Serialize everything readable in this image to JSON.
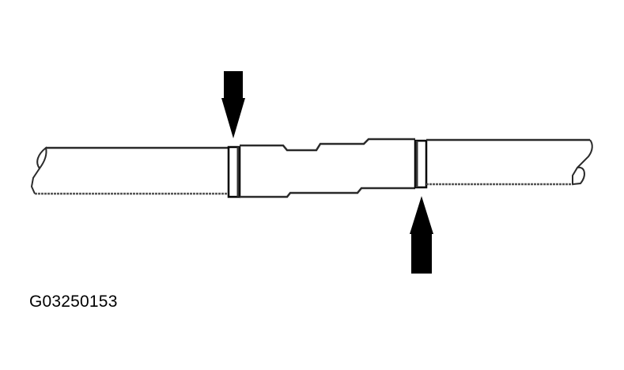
{
  "figure": {
    "caption": "G03250153",
    "colors": {
      "line": "#222222",
      "arrow": "#000000",
      "background": "#ffffff"
    },
    "elements": [
      {
        "type": "shaft",
        "description": "stepped shaft with broken ends"
      },
      {
        "type": "ring",
        "label": "left-groove-ring"
      },
      {
        "type": "ring",
        "label": "right-groove-ring"
      },
      {
        "type": "arrow",
        "direction": "down",
        "target": "left-groove-ring"
      },
      {
        "type": "arrow",
        "direction": "up",
        "target": "right-groove-ring"
      }
    ]
  }
}
